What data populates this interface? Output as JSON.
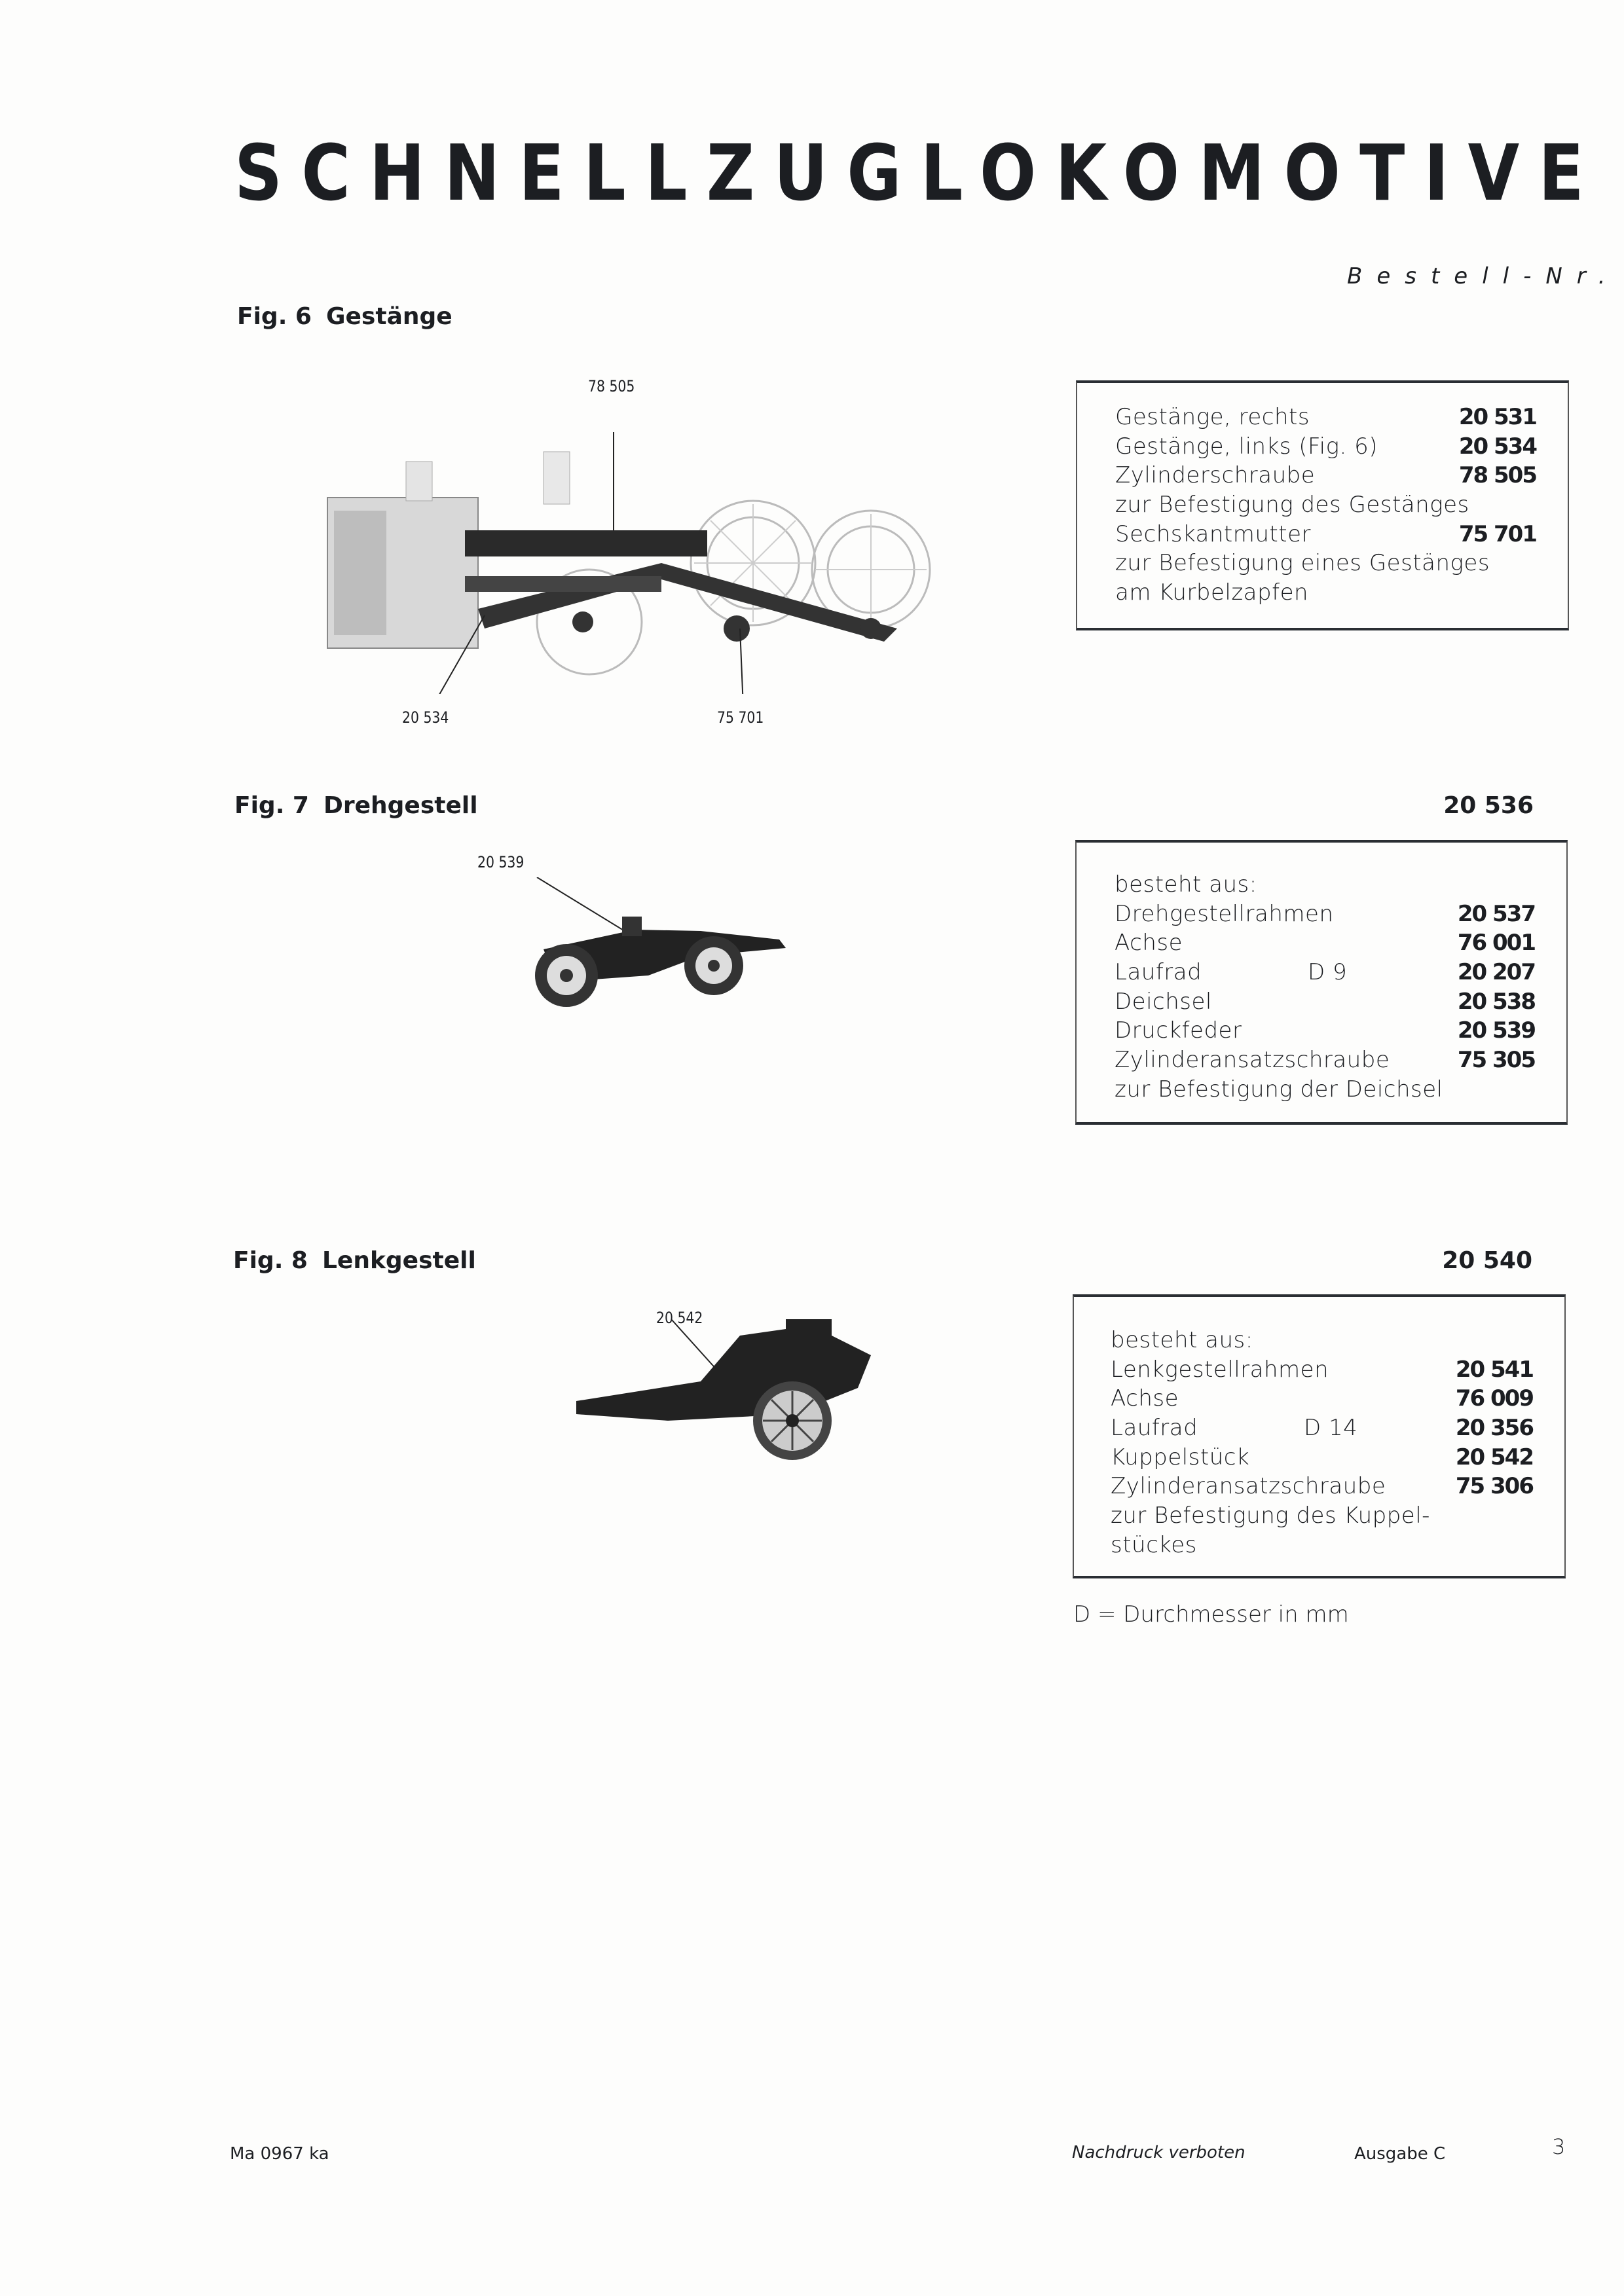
{
  "title": "SCHNELLZUGLOKOMOTIVE 3048",
  "order_header": "Bestell-Nr.",
  "figures": [
    {
      "number": "Fig. 6",
      "name": "Gestänge",
      "order_no": "",
      "callouts": [
        "78 505",
        "20 534",
        "75 701"
      ],
      "parts": [
        {
          "name": "Gestänge, rechts",
          "detail": "",
          "no": "20 531"
        },
        {
          "name": "Gestänge, links (Fig. 6)",
          "detail": "",
          "no": "20 534"
        },
        {
          "name": "Zylinderschraube",
          "detail": "",
          "no": "78 505"
        },
        {
          "name": "zur Befestigung des Gestänges",
          "detail": "",
          "no": ""
        },
        {
          "name": "Sechskantmutter",
          "detail": "",
          "no": "75 701"
        },
        {
          "name": "zur Befestigung eines Gestänges",
          "detail": "",
          "no": ""
        },
        {
          "name": "am Kurbelzapfen",
          "detail": "",
          "no": ""
        }
      ]
    },
    {
      "number": "Fig. 7",
      "name": "Drehgestell",
      "order_no": "20 536",
      "callouts": [
        "20 539"
      ],
      "parts": [
        {
          "name": "besteht aus:",
          "detail": "",
          "no": ""
        },
        {
          "name": "Drehgestellrahmen",
          "detail": "",
          "no": "20 537"
        },
        {
          "name": "Achse",
          "detail": "",
          "no": "76 001"
        },
        {
          "name": "Laufrad",
          "detail": "D 9",
          "no": "20 207"
        },
        {
          "name": "Deichsel",
          "detail": "",
          "no": "20 538"
        },
        {
          "name": "Druckfeder",
          "detail": "",
          "no": "20 539"
        },
        {
          "name": "Zylinderansatzschraube",
          "detail": "",
          "no": "75 305"
        },
        {
          "name": "zur Befestigung der Deichsel",
          "detail": "",
          "no": ""
        }
      ]
    },
    {
      "number": "Fig. 8",
      "name": "Lenkgestell",
      "order_no": "20 540",
      "callouts": [
        "20 542"
      ],
      "parts": [
        {
          "name": "besteht aus:",
          "detail": "",
          "no": ""
        },
        {
          "name": "Lenkgestellrahmen",
          "detail": "",
          "no": "20 541"
        },
        {
          "name": "Achse",
          "detail": "",
          "no": "76 009"
        },
        {
          "name": "Laufrad",
          "detail": "D 14",
          "no": "20 356"
        },
        {
          "name": "Kuppelstück",
          "detail": "",
          "no": "20 542"
        },
        {
          "name": "Zylinderansatzschraube",
          "detail": "",
          "no": "75 306"
        },
        {
          "name": "zur Befestigung des Kuppel-",
          "detail": "",
          "no": ""
        },
        {
          "name": "stückes",
          "detail": "",
          "no": ""
        }
      ]
    }
  ],
  "footnote": "D = Durchmesser in mm",
  "footer": {
    "code": "Ma 0967 ka",
    "notice": "Nachdruck verboten",
    "edition": "Ausgabe C",
    "page": "3"
  }
}
